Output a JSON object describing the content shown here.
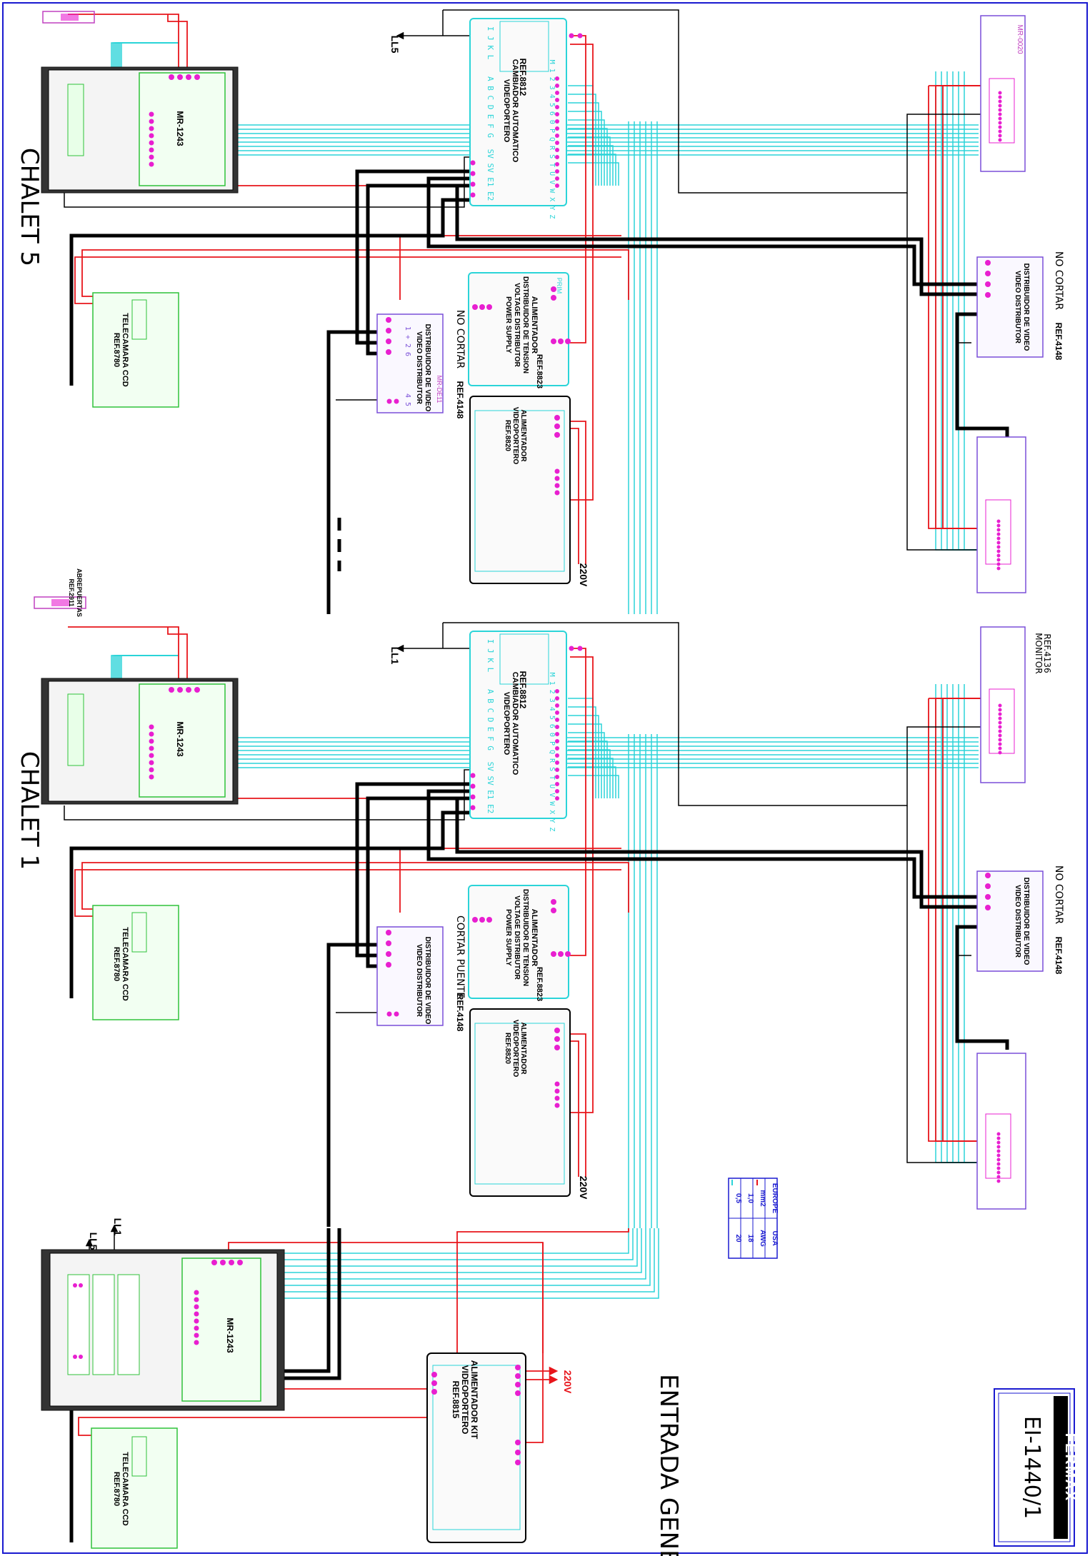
{
  "diagram": {
    "brand": "FERMAX",
    "drawing_code": "EI-1440/1",
    "sections": {
      "chalet5": "CHALET 5",
      "chalet1": "CHALET 1",
      "entrada": "ENTRADA GENERAL"
    },
    "labels": {
      "ll5": "LL5",
      "ll1": "LL1",
      "ac220": "220V",
      "no_cortar": "NO CORTAR",
      "cortar_puente": "CORTAR PUENTE",
      "monitor": "MONITOR",
      "monitor_ref": "REF.4136",
      "abrepuertas": "ABREPUERTAS",
      "abrepuertas_ref": "REF.2911"
    },
    "modules": {
      "changer": {
        "ref": "REF.8812",
        "title": "CAMBIADOR AUTOMATICO",
        "subtitle": "VIDEOPORTERO",
        "left_terms": "I J K L",
        "mid_terms": "A B C D E F G",
        "bottom_terms": "SV  SV  E1  E2",
        "right_terms": "M 1 2 3 4 5 6 0 P Q R S T U V W X Y Z"
      },
      "psu": {
        "ref": "REF.8823",
        "title": "ALIMENTADOR",
        "line2": "DISTRIBUIDOR DE TENSION",
        "line3": "VOLTAGE DISTRIBUTOR",
        "line4": "POWER SUPPLY",
        "prim": "PRIM"
      },
      "vdist": {
        "ref": "REF.4148",
        "model": "MR-DE11",
        "title": "DISTRIBUIDOR DE VIDEO",
        "subtitle": "VIDEO DISTRIBUTOR",
        "terms": "1  +  2  6",
        "out": "4  5"
      },
      "video_psu": {
        "title": "ALIMENTADOR",
        "line2": "VIDEOPORTERO",
        "line3": "REF.8820"
      },
      "camera": {
        "title": "TELECAMARA CCD",
        "ref": "REF.8780"
      },
      "panel": {
        "model": "MR-1243"
      },
      "monitor_unit": {
        "model": "MR-0020"
      },
      "kit_psu": {
        "title": "ALIMENTADOR KIT",
        "line2": "VIDEOPORTERO",
        "ref": "REF.8815"
      }
    },
    "table": {
      "headers": [
        "EUROPE",
        "USA"
      ],
      "units": [
        "mm2",
        "AWG"
      ],
      "rows": [
        [
          "1,0",
          "18"
        ],
        [
          "0,5",
          "20"
        ]
      ]
    },
    "colors": {
      "power": "#e8151b",
      "signal": "#2bd4d8",
      "video": "#000000",
      "terminal": "#e81fd0",
      "frame": "#1a1ad0",
      "camera": "#2fc23a",
      "distributor": "#7a4fd8"
    }
  }
}
